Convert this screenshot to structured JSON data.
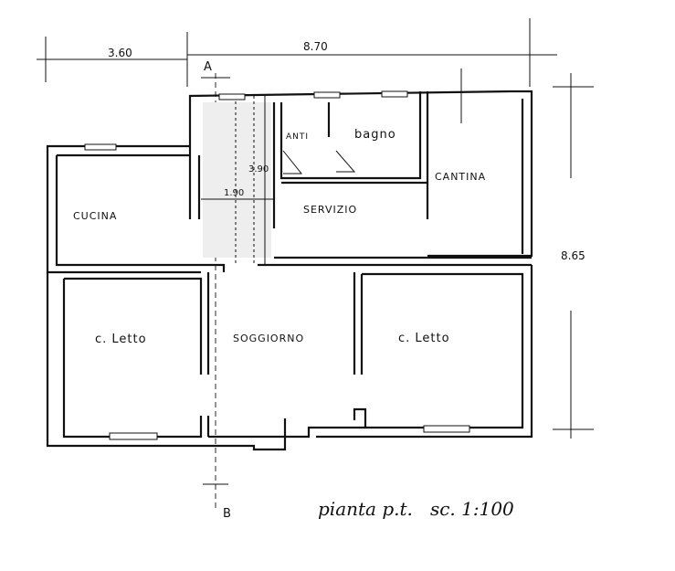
{
  "dimensions": {
    "left_width": "3.60",
    "total_width": "8.70",
    "total_depth": "8.65",
    "stair_height": "3.90",
    "stair_width": "1.90"
  },
  "rooms": {
    "anti": "ANTI",
    "bagno": "bagno",
    "cantina": "CANTINA",
    "cucina": "CUCINA",
    "servizio": "SERVIZIO",
    "letto_left": "c. Letto",
    "soggiorno": "SOGGIORNO",
    "letto_right": "c. Letto"
  },
  "section_markers": {
    "top": "A",
    "bottom": "B"
  },
  "caption": "pianta p.t.   sc. 1:100"
}
